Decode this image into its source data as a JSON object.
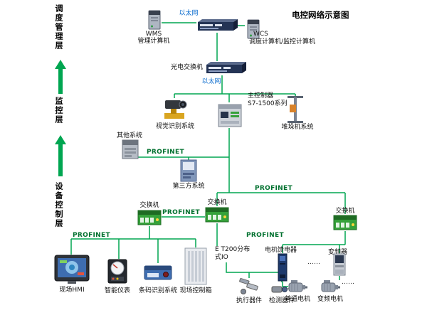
{
  "title": "电控网络示意图",
  "layers": {
    "management": "调度管理层",
    "monitoring": "监控层",
    "device_control": "设备控制层"
  },
  "network": {
    "ethernet": "以太网",
    "profinet": "PROFINET"
  },
  "nodes": {
    "wms": {
      "name": "WMS",
      "label": "管理计算机"
    },
    "wcs": {
      "name": "WCS",
      "label": "调度计算机/监控计算机"
    },
    "optical_switch": {
      "label": "光电交换机"
    },
    "main_controller": {
      "label": "主控制器",
      "model": "S7-1500系列"
    },
    "vision_system": {
      "label": "视觉识别系统"
    },
    "stacker_system": {
      "label": "堆垛机系统"
    },
    "other_system": {
      "label": "其他系统"
    },
    "third_party_system": {
      "label": "第三方系统"
    },
    "switch": {
      "label": "交换机"
    },
    "field_hmi": {
      "label": "现场HMI"
    },
    "smart_meter": {
      "label": "智能仪表"
    },
    "barcode_system": {
      "label": "条码识别系统"
    },
    "field_control_box": {
      "label": "现场控制箱"
    },
    "et200": {
      "label": "E T200分布式IO"
    },
    "actuators": {
      "label": "执行器件"
    },
    "detectors": {
      "label": "检测器件"
    },
    "motor_feeder": {
      "label": "电机馈电器"
    },
    "vfd": {
      "label": "变频器"
    },
    "standard_motor": {
      "label": "普通电机"
    },
    "vfd_motor": {
      "label": "变频电机"
    },
    "ellipsis": "……"
  },
  "colors": {
    "line": "#00a651",
    "ethernet_text": "#0066cc",
    "profinet_text": "#00702e"
  }
}
